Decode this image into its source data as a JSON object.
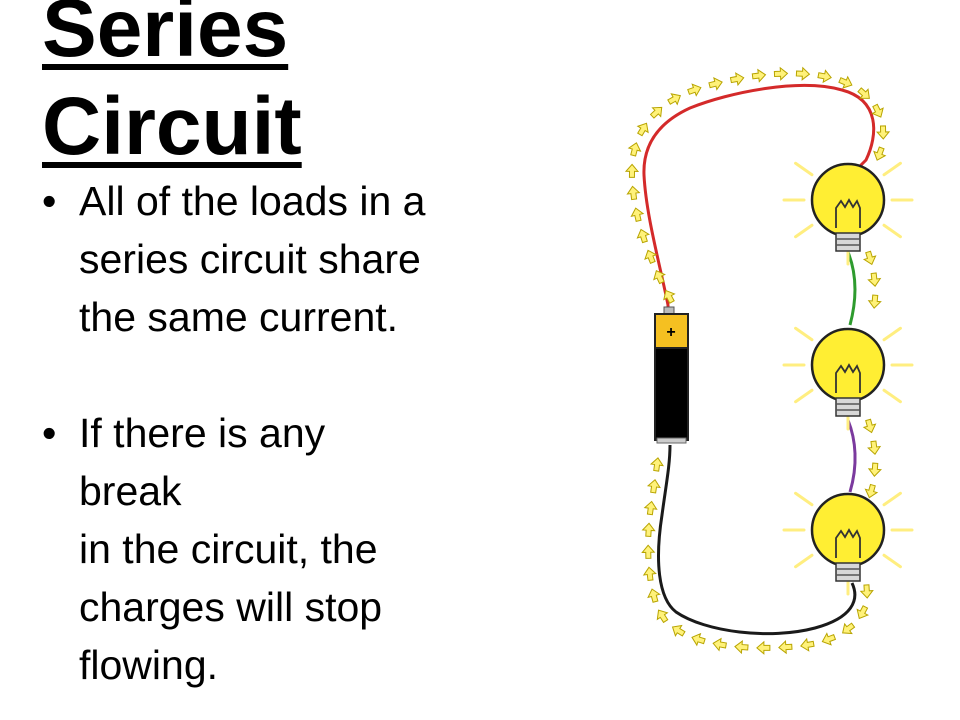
{
  "slide": {
    "title_lines": [
      "Series",
      "Circuit"
    ],
    "bullets": [
      {
        "marker": "•",
        "lines": [
          "All of the loads in a",
          "series circuit share",
          "the same current."
        ]
      },
      {
        "marker": "•",
        "lines": [
          "If there is any",
          "break",
          "in the circuit, the",
          "charges will stop",
          "flowing."
        ]
      }
    ]
  },
  "diagram": {
    "battery_symbol": "+",
    "colors": {
      "wire_top": "#d42a2a",
      "wire_between_1_2": "#2e9b2e",
      "wire_between_2_3": "#7b3a9e",
      "wire_bottom": "#1a1a1a",
      "bulb_fill": "#ffee33",
      "bulb_rays": "#ffee80",
      "arrow_fill": "#fff27a",
      "arrow_stroke": "#b8a400",
      "battery_body": "#000000",
      "battery_top": "#f5c021"
    },
    "icons": [
      "battery-icon",
      "light-bulb-icon",
      "current-arrow-icon"
    ]
  }
}
